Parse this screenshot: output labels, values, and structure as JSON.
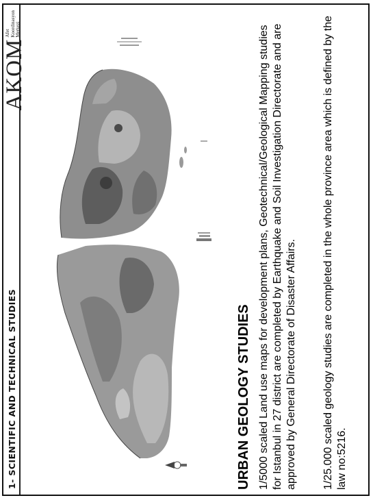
{
  "header": {
    "title": "1- SCIENTIFIC AND TECHNICAL STUDIES",
    "logo_main": "AKOM",
    "logo_lines": [
      "Afet",
      "Koordinasyon",
      "Merkezi"
    ]
  },
  "map": {
    "description_icons": [
      "compass-icon",
      "map-legend",
      "map-title-block"
    ],
    "colors": {
      "land_dark": "#6e6e6e",
      "land_mid": "#9b9b9b",
      "land_light": "#c2c2c2"
    }
  },
  "content": {
    "heading": "URBAN GEOLOGY STUDIES",
    "paragraph_1": "1/5000 scaled Land use maps for development plans, Geotechnical/Geological Mapping studies for Istanbul in 27 district are completed by Earthquake and Soil Investigation Directorate and are approved by General Directorate of Disaster Affairs.",
    "paragraph_2": "1/25.000 scaled geology studies are completed in the whole province area which is defined by the law no:5216."
  }
}
